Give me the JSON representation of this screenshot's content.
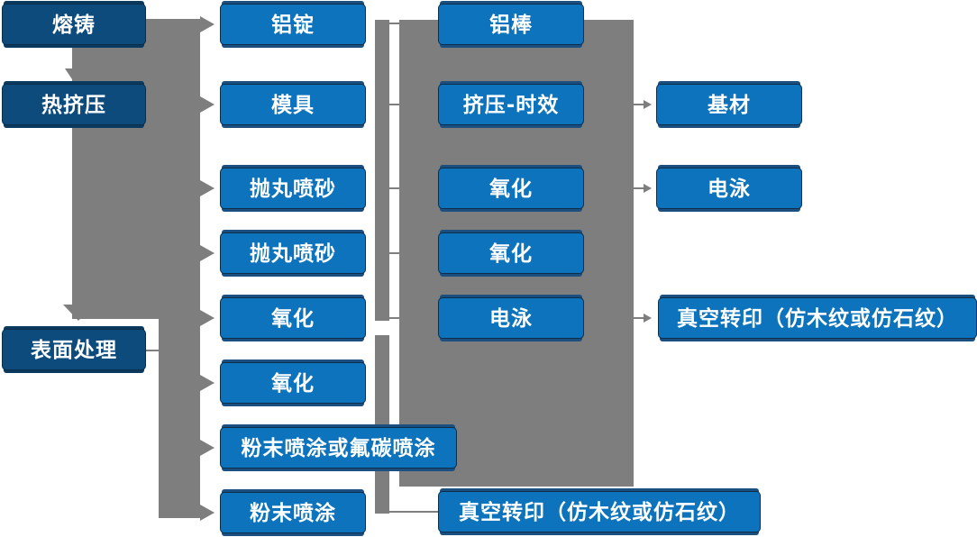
{
  "diagram": {
    "description": "aluminum profile production process flowchart",
    "background": "#ffffff"
  },
  "colors": {
    "node_blue": "#0c73bc",
    "node_navy": "#0d4b7d",
    "node_border": "#0e2d49",
    "node_shadow": "#1b4f7f",
    "connector_gray": "#7e7e7e",
    "text": "#ffffff"
  },
  "nodes": {
    "melting_casting": {
      "label": "熔铸"
    },
    "hot_extrusion": {
      "label": "热挤压"
    },
    "surface_treatment": {
      "label": "表面处理"
    },
    "aluminum_ingot": {
      "label": "铝锭"
    },
    "mold": {
      "label": "模具"
    },
    "shot_blasting_1": {
      "label": "抛丸喷砂"
    },
    "shot_blasting_2": {
      "label": "抛丸喷砂"
    },
    "oxidation_1": {
      "label": "氧化"
    },
    "oxidation_2": {
      "label": "氧化"
    },
    "powder_or_fluorocarbon": {
      "label": "粉末喷涂或氟碳喷涂"
    },
    "powder_coating": {
      "label": "粉末喷涂"
    },
    "aluminum_rod": {
      "label": "铝棒"
    },
    "extrusion_aging": {
      "label": "挤压-时效"
    },
    "oxidation_3": {
      "label": "氧化"
    },
    "oxidation_4": {
      "label": "氧化"
    },
    "electrophoresis_1": {
      "label": "电泳"
    },
    "vacuum_transfer_1": {
      "label": "真空转印（仿木纹或仿石纹）"
    },
    "base_material": {
      "label": "基材"
    },
    "electrophoresis_2": {
      "label": "电泳"
    },
    "vacuum_transfer_2": {
      "label": "真空转印（仿木纹或仿石纹）"
    }
  }
}
